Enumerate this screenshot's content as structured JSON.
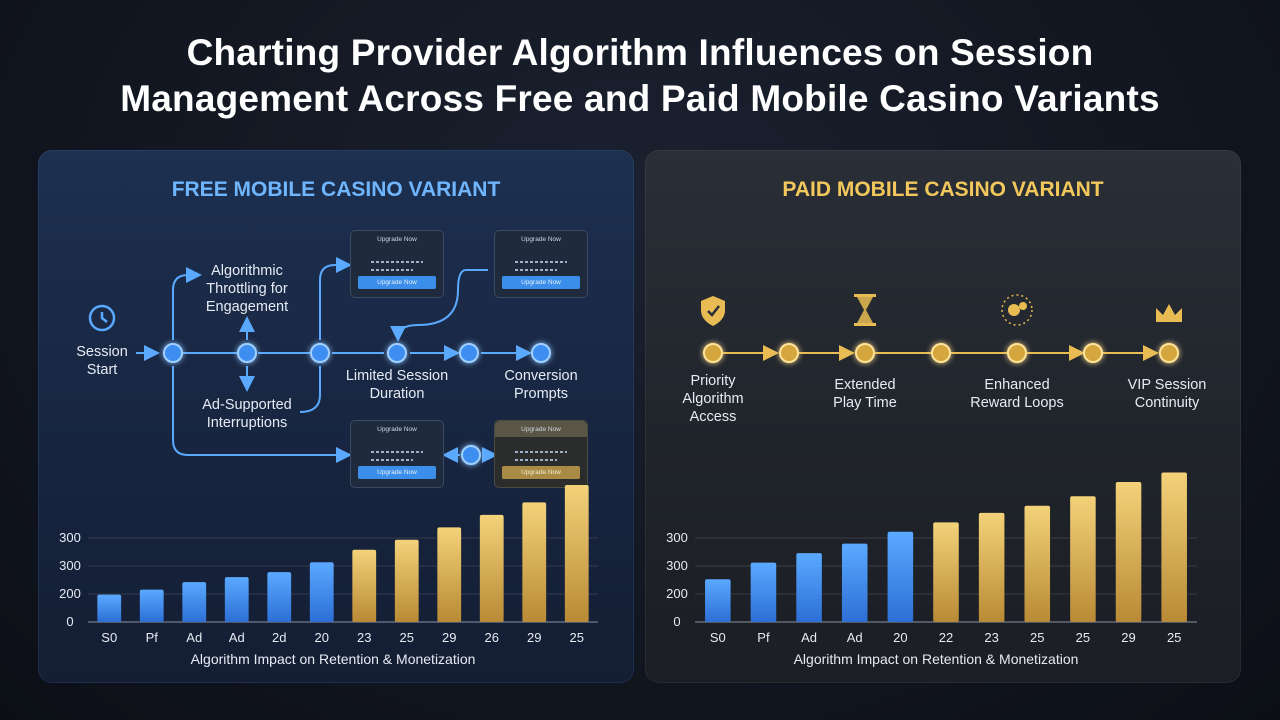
{
  "title_line1": "Charting Provider Algorithm Influences on Session",
  "title_line2": "Management Across Free and Paid Mobile Casino Variants",
  "free": {
    "panel_title": "FREE MOBILE CASINO VARIANT",
    "labels": {
      "session_start": [
        "Session",
        "Start"
      ],
      "throttling": [
        "Algorithmic",
        "Throttling for",
        "Engagement"
      ],
      "ad_supported": [
        "Ad-Supported",
        "Interruptions"
      ],
      "limited": [
        "Limited Session",
        "Duration"
      ],
      "conversion": [
        "Conversion",
        "Prompts"
      ]
    },
    "cards": [
      {
        "title": "Upgrade Now",
        "button": "Upgrade Now"
      },
      {
        "title": "Upgrade Now",
        "button": "Upgrade Now"
      },
      {
        "title": "Upgrade Now",
        "button": "Upgrade Now"
      },
      {
        "title": "Upgrade Now",
        "button": "Upgrade Now"
      }
    ],
    "icons": [
      "clock-icon"
    ]
  },
  "paid": {
    "panel_title": "PAID MOBILE CASINO VARIANT",
    "labels": {
      "priority": [
        "Priority",
        "Algorithm",
        "Access"
      ],
      "extended": [
        "Extended",
        "Play Time"
      ],
      "enhanced": [
        "Enhanced",
        "Reward Loops"
      ],
      "vip": [
        "VIP Session",
        "Continuity"
      ]
    },
    "icons": [
      "shield-check-icon",
      "hourglass-icon",
      "coins-icon",
      "crown-icon"
    ]
  },
  "colors": {
    "blue": "#3d8ef0",
    "gold": "#e8bc52",
    "free_title": "#6fb6ff",
    "paid_title": "#f2c75c"
  },
  "chart_data": [
    {
      "type": "bar",
      "panel": "free",
      "xlabel": "Algorithm Impact on Retention & Monetization",
      "ytick_labels": [
        "0",
        "200",
        "300",
        "300"
      ],
      "categories": [
        "S0",
        "Pf",
        "Ad",
        "Ad",
        "2d",
        "20",
        "23",
        "25",
        "29",
        "26",
        "29",
        "25"
      ],
      "values": [
        110,
        130,
        160,
        180,
        200,
        240,
        290,
        330,
        380,
        430,
        480,
        550
      ],
      "bar_colors": [
        "blue",
        "blue",
        "blue",
        "blue",
        "blue",
        "blue",
        "gold",
        "gold",
        "gold",
        "gold",
        "gold",
        "gold"
      ]
    },
    {
      "type": "bar",
      "panel": "paid",
      "xlabel": "Algorithm Impact on Retention & Monetization",
      "ytick_labels": [
        "0",
        "200",
        "300",
        "300"
      ],
      "categories": [
        "S0",
        "Pf",
        "Ad",
        "Ad",
        "20",
        "22",
        "23",
        "25",
        "25",
        "29",
        "25"
      ],
      "values": [
        180,
        250,
        290,
        330,
        380,
        420,
        460,
        490,
        530,
        590,
        630
      ],
      "bar_colors": [
        "blue",
        "blue",
        "blue",
        "blue",
        "blue",
        "gold",
        "gold",
        "gold",
        "gold",
        "gold",
        "gold"
      ]
    }
  ]
}
